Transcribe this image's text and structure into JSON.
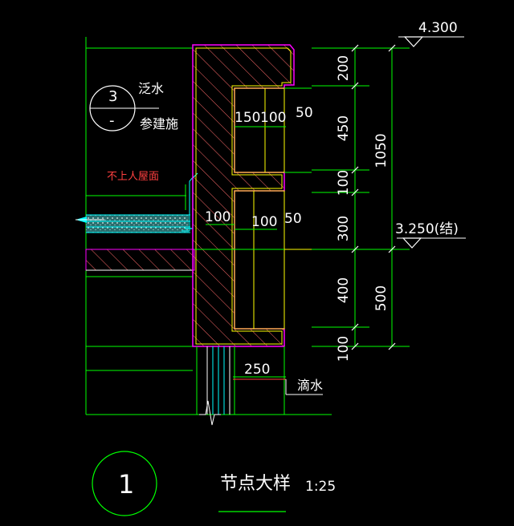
{
  "window": {
    "background": "#000000"
  },
  "colors": {
    "green": "#00ff00",
    "white": "#ffffff",
    "yellow": "#ffff00",
    "magenta": "#ff00ff",
    "red": "#ff4040",
    "cyan": "#00ffff",
    "hatch": "#ff6a6a",
    "brown": "#b07a52"
  },
  "elevations": {
    "top": "4.300",
    "beam": "3.250(结)"
  },
  "dimensions": {
    "right_outer": [
      "200",
      "450",
      "100",
      "300",
      "400",
      "100"
    ],
    "right_total_upper": "1050",
    "right_total_lower": "500",
    "inner_150": "150",
    "inner_100_upper": "100",
    "inner_50_upper": "50",
    "inner_100_left": "100",
    "inner_100_lower": "100",
    "inner_50_lower": "50",
    "bottom_250": "250"
  },
  "labels": {
    "detail_number": "3",
    "detail_dash": "-",
    "flashing": "泛水",
    "see_standard": "参建施",
    "roof_note": "不上人屋面",
    "drip": "滴水",
    "title": "节点大样",
    "scale": "1:25",
    "title_number": "1"
  },
  "icons": [
    "elevation-marker-icon",
    "break-line-icon",
    "section-hatch-icon"
  ]
}
